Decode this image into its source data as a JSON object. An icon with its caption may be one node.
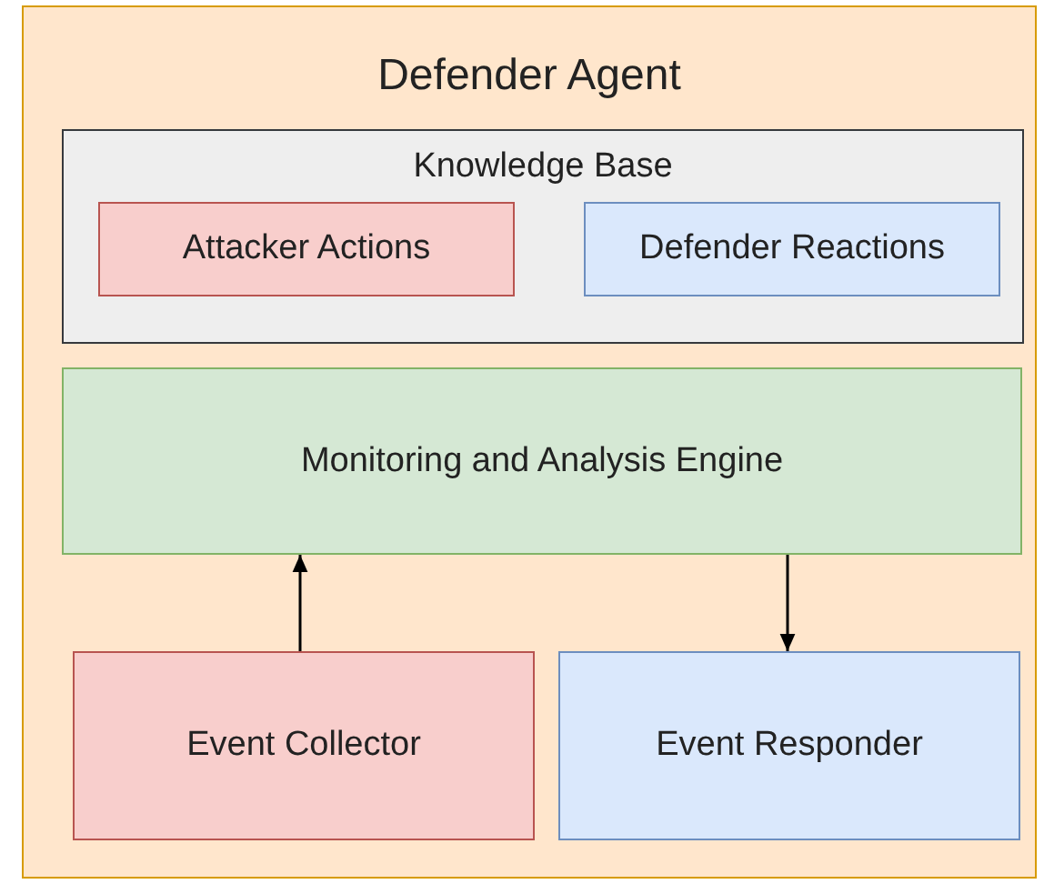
{
  "diagram": {
    "nodes": [
      {
        "text": [
          "Defender Agent"
        ]
      },
      {
        "text": [
          "Knowledge Base"
        ],
        "in": 0
      },
      {
        "text": [
          "Attacker Actions"
        ],
        "in": 1
      },
      {
        "text": [
          "Defender Reactions"
        ],
        "in": 1
      },
      {
        "text": [
          "Monitoring and Analysis Engine"
        ],
        "in": 0
      },
      {
        "text": [
          "Event Collector"
        ],
        "in": 0
      },
      {
        "text": [
          "Event Responder"
        ],
        "in": 0
      }
    ],
    "edges": [
      {
        "from": 5,
        "to": 4,
        "arrow": "to"
      },
      {
        "from": 4,
        "to": 6,
        "arrow": "to"
      }
    ]
  }
}
